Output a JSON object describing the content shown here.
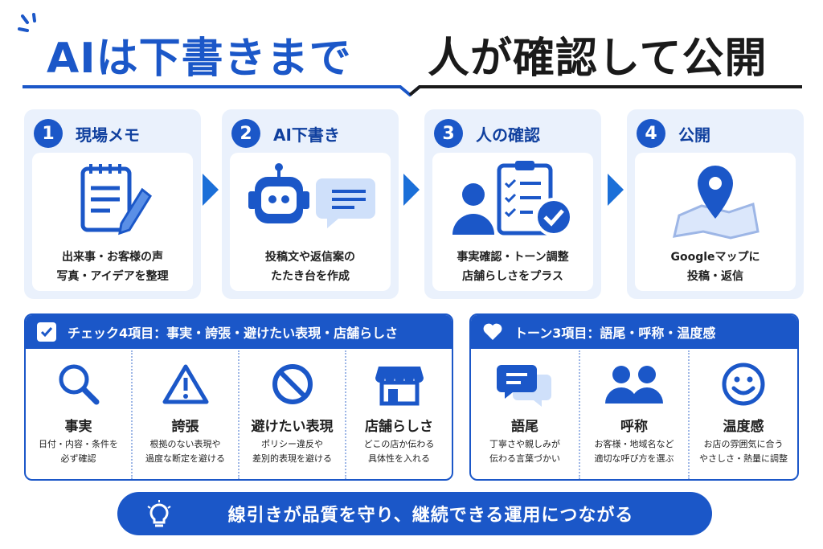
{
  "title": {
    "left": "AIは下書きまで",
    "right": "人が確認して公開"
  },
  "colors": {
    "brand": "#1b57c8",
    "accent": "#1b6fd8",
    "light": "#eaf1fc",
    "dark": "#1a1a1a"
  },
  "steps": [
    {
      "num": "1",
      "title": "現場メモ",
      "icon": "notepad-pencil-icon",
      "lines": [
        "出来事・お客様の声",
        "写真・アイデアを整理"
      ]
    },
    {
      "num": "2",
      "title": "AI下書き",
      "icon": "robot-chat-icon",
      "lines": [
        "投稿文や返信案の",
        "たたき台を作成"
      ]
    },
    {
      "num": "3",
      "title": "人の確認",
      "icon": "person-checklist-icon",
      "lines": [
        "事実確認・トーン調整",
        "店舗らしさをプラス"
      ]
    },
    {
      "num": "4",
      "title": "公開",
      "icon": "map-pin-icon",
      "lines": [
        "Googleマップに",
        "投稿・返信"
      ]
    }
  ],
  "check_panel": {
    "heading": "チェック4項目：事実・誇張・避けたい表現・店舗らしさ",
    "items": [
      {
        "title": "事実",
        "icon": "magnifier-icon",
        "lines": [
          "日付・内容・条件を",
          "必ず確認"
        ]
      },
      {
        "title": "誇張",
        "icon": "warning-icon",
        "lines": [
          "根拠のない表現や",
          "過度な断定を避ける"
        ]
      },
      {
        "title": "避けたい表現",
        "icon": "prohibited-icon",
        "lines": [
          "ポリシー違反や",
          "差別的表現を避ける"
        ]
      },
      {
        "title": "店舗らしさ",
        "icon": "storefront-icon",
        "lines": [
          "どこの店か伝わる",
          "具体性を入れる"
        ]
      }
    ]
  },
  "tone_panel": {
    "heading": "トーン3項目：語尾・呼称・温度感",
    "items": [
      {
        "title": "語尾",
        "icon": "speech-bubbles-icon",
        "lines": [
          "丁寧さや親しみが",
          "伝わる言葉づかい"
        ]
      },
      {
        "title": "呼称",
        "icon": "people-icon",
        "lines": [
          "お客様・地域名など",
          "適切な呼び方を選ぶ"
        ]
      },
      {
        "title": "温度感",
        "icon": "smiley-icon",
        "lines": [
          "お店の雰囲気に合う",
          "やさしさ・熱量に調整"
        ]
      }
    ]
  },
  "footer": {
    "text": "線引きが品質を守り、継続できる運用につながる"
  }
}
